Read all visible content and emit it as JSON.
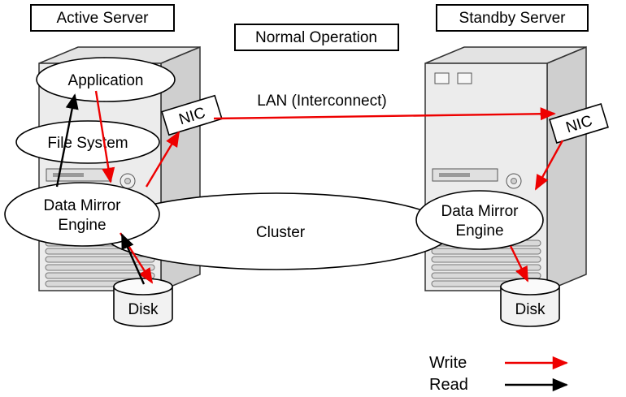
{
  "titles": {
    "active_server": "Active Server",
    "normal_operation": "Normal Operation",
    "standby_server": "Standby Server"
  },
  "lan_label": "LAN (Interconnect)",
  "cluster_label": "Cluster",
  "active": {
    "application": "Application",
    "file_system": "File System",
    "mirror_line1": "Data Mirror",
    "mirror_line2": "Engine",
    "nic": "NIC",
    "disk": "Disk"
  },
  "standby": {
    "mirror_line1": "Data Mirror",
    "mirror_line2": "Engine",
    "nic": "NIC",
    "disk": "Disk"
  },
  "legend": {
    "write": "Write",
    "read": "Read"
  },
  "colors": {
    "write_arrow": "#ee0000",
    "read_arrow": "#000000"
  }
}
